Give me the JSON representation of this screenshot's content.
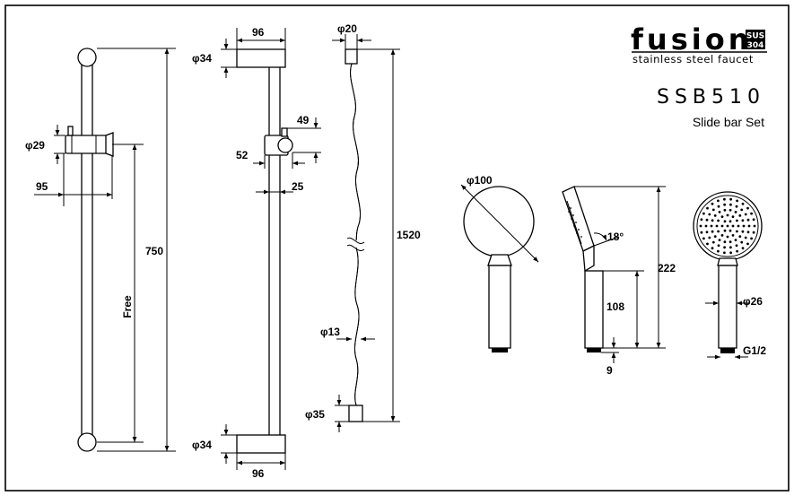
{
  "brand": {
    "name": "fusion",
    "badge_top": "SUS",
    "badge_bottom": "304",
    "tagline": "stainless steel faucet"
  },
  "product": {
    "model": "SSB510",
    "name": "Slide bar Set"
  },
  "dimensions": {
    "bar_top_diam": "φ29",
    "bar_offset": "95",
    "bar_length": "750",
    "free_label": "Free",
    "bracket_top_width": "96",
    "bracket_top_diam": "φ34",
    "holder_height": "49",
    "holder_depth": "52",
    "bar_diam": "25",
    "bracket_bottom_diam": "φ34",
    "bracket_bottom_width": "96",
    "hose_top_diam": "φ20",
    "hose_length": "1520",
    "hose_diam": "φ13",
    "hose_bottom_diam": "φ35",
    "head_diam": "φ100",
    "head_angle": "18°",
    "handle_length": "108",
    "total_length": "222",
    "thread_height": "9",
    "handle_diam": "φ26",
    "thread_size": "G1/2"
  },
  "colors": {
    "line": "#000000",
    "background": "#ffffff"
  }
}
